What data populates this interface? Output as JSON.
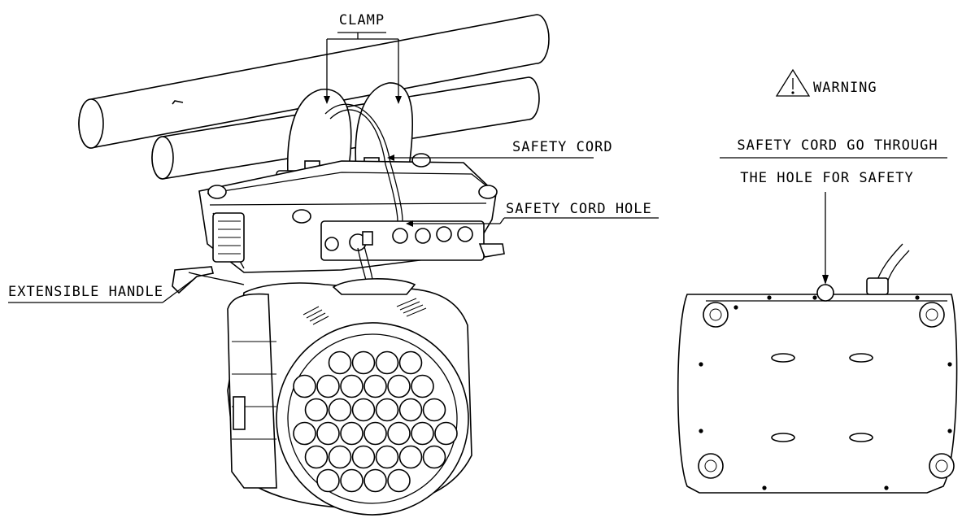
{
  "labels": {
    "clamp": "CLAMP",
    "safety_cord": "SAFETY CORD",
    "safety_cord_hole": "SAFETY CORD HOLE",
    "extensible_handle": "EXTENSIBLE HANDLE",
    "warning": "WARNING",
    "warning_line1": "SAFETY CORD GO THROUGH",
    "warning_line2": "THE HOLE FOR SAFETY"
  },
  "icons": {
    "warning": "warning-triangle-icon"
  },
  "colors": {
    "ink": "#000000",
    "paper": "#ffffff"
  }
}
